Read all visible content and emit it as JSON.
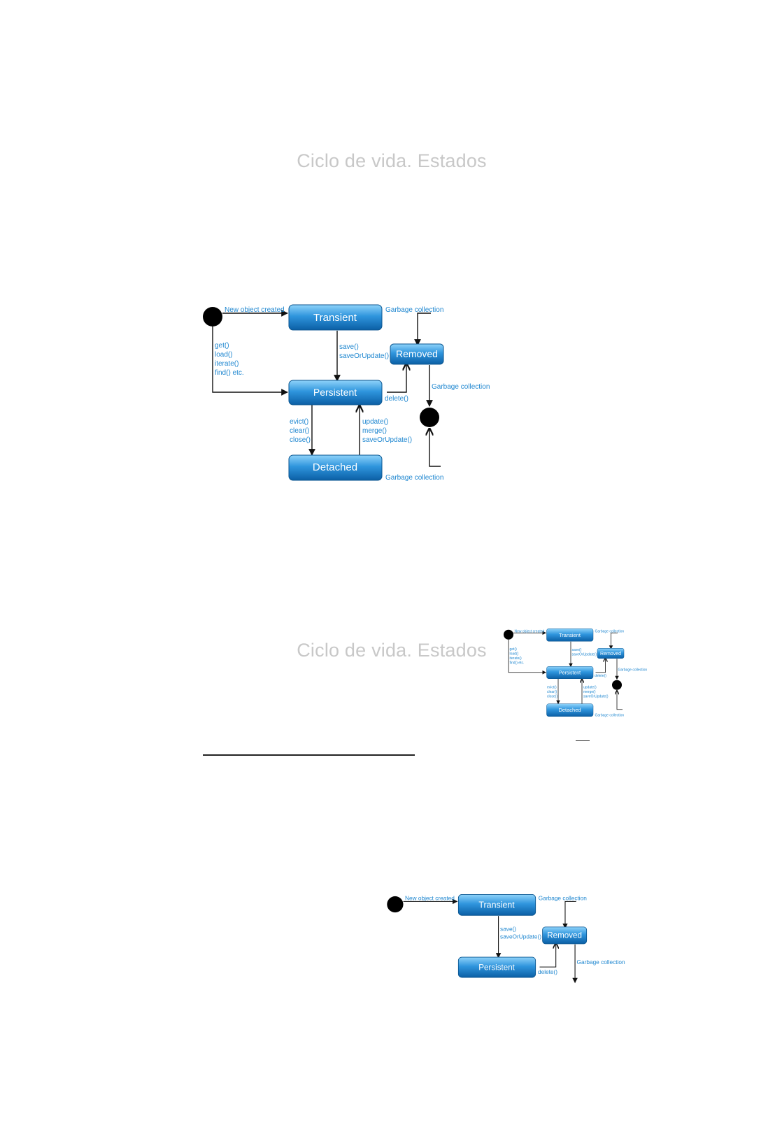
{
  "titles": [
    "Ciclo de vida. Estados",
    "Ciclo de vida. Estados"
  ],
  "colors": {
    "state_top": "#6cc2f3",
    "state_bottom": "#0b5fa5",
    "edge_label": "#1f87d0",
    "title": "#c8c8c8",
    "node_black": "#000000"
  },
  "diagram": {
    "states": {
      "transient": "Transient",
      "removed": "Removed",
      "persistent": "Persistent",
      "detached": "Detached"
    },
    "transitions": {
      "new_object_created": "New object created",
      "garbage_collection": "Garbage collection",
      "save": "save()",
      "save_or_update": "saveOrUpdate()",
      "get": "get()",
      "load": "load()",
      "iterate": "iterate()",
      "find": "find() etc.",
      "delete": "delete()",
      "evict": "evict()",
      "clear": "clear()",
      "close": "close()",
      "update": "update()",
      "merge": "merge()"
    }
  }
}
